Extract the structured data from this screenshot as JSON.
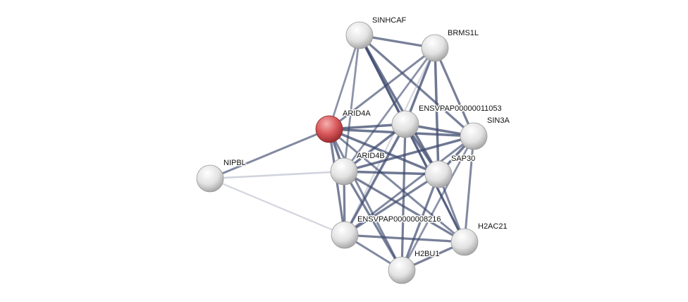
{
  "network": {
    "query_node": "ARID4A",
    "colors": {
      "query": "#d9595c",
      "node": "#e6e6e6",
      "edge": "#3e4a6e",
      "edge_light": "#a9adc0"
    },
    "nodes": [
      "SINHCAF",
      "BRMS1L",
      "ARID4A",
      "ENSVPAP00000011053",
      "SIN3A",
      "NIPBL",
      "ARID4B",
      "SAP30",
      "ENSVPAP00000008216",
      "H2AC21",
      "H2BU1"
    ],
    "edges": [
      [
        "SINHCAF",
        "BRMS1L",
        0.7
      ],
      [
        "SINHCAF",
        "ARID4A",
        0.5
      ],
      [
        "SINHCAF",
        "ENSVPAP00000011053",
        0.8
      ],
      [
        "SINHCAF",
        "SIN3A",
        0.7
      ],
      [
        "SINHCAF",
        "SAP30",
        0.8
      ],
      [
        "SINHCAF",
        "ARID4B",
        0.5
      ],
      [
        "SINHCAF",
        "H2AC21",
        0.5
      ],
      [
        "BRMS1L",
        "ARID4A",
        0.6
      ],
      [
        "BRMS1L",
        "ENSVPAP00000011053",
        0.8
      ],
      [
        "BRMS1L",
        "SIN3A",
        0.7
      ],
      [
        "BRMS1L",
        "SAP30",
        0.8
      ],
      [
        "BRMS1L",
        "ARID4B",
        0.5
      ],
      [
        "BRMS1L",
        "ENSVPAP00000008216",
        0.3
      ],
      [
        "ARID4A",
        "ENSVPAP00000011053",
        0.8
      ],
      [
        "ARID4A",
        "SIN3A",
        0.8
      ],
      [
        "ARID4A",
        "NIPBL",
        0.6
      ],
      [
        "ARID4A",
        "ARID4B",
        0.8
      ],
      [
        "ARID4A",
        "SAP30",
        0.8
      ],
      [
        "ARID4A",
        "ENSVPAP00000008216",
        0.7
      ],
      [
        "ARID4A",
        "H2AC21",
        0.6
      ],
      [
        "ARID4A",
        "H2BU1",
        0.6
      ],
      [
        "ENSVPAP00000011053",
        "SIN3A",
        0.8
      ],
      [
        "ENSVPAP00000011053",
        "ARID4B",
        0.8
      ],
      [
        "ENSVPAP00000011053",
        "SAP30",
        0.8
      ],
      [
        "ENSVPAP00000011053",
        "ENSVPAP00000008216",
        0.8
      ],
      [
        "ENSVPAP00000011053",
        "H2AC21",
        0.7
      ],
      [
        "ENSVPAP00000011053",
        "H2BU1",
        0.7
      ],
      [
        "SIN3A",
        "ARID4B",
        0.8
      ],
      [
        "SIN3A",
        "SAP30",
        0.8
      ],
      [
        "SIN3A",
        "ENSVPAP00000008216",
        0.6
      ],
      [
        "SIN3A",
        "H2AC21",
        0.6
      ],
      [
        "SIN3A",
        "H2BU1",
        0.5
      ],
      [
        "NIPBL",
        "ARID4B",
        0.4
      ],
      [
        "NIPBL",
        "ENSVPAP00000008216",
        0.3
      ],
      [
        "ARID4B",
        "SAP30",
        0.8
      ],
      [
        "ARID4B",
        "ENSVPAP00000008216",
        0.7
      ],
      [
        "ARID4B",
        "H2AC21",
        0.7
      ],
      [
        "ARID4B",
        "H2BU1",
        0.7
      ],
      [
        "SAP30",
        "ENSVPAP00000008216",
        0.7
      ],
      [
        "SAP30",
        "H2AC21",
        0.6
      ],
      [
        "SAP30",
        "H2BU1",
        0.7
      ],
      [
        "ENSVPAP00000008216",
        "H2AC21",
        0.7
      ],
      [
        "ENSVPAP00000008216",
        "H2BU1",
        0.6
      ],
      [
        "H2AC21",
        "H2BU1",
        0.7
      ]
    ]
  }
}
